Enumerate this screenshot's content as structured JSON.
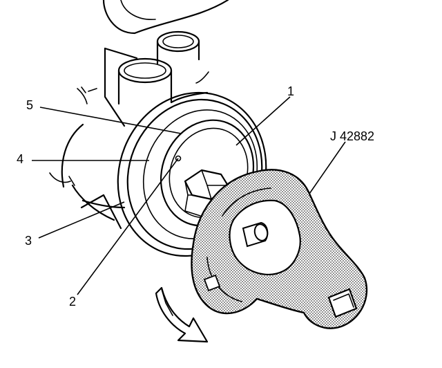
{
  "diagram": {
    "callouts": {
      "c1": "1",
      "c2": "2",
      "c3": "3",
      "c4": "4",
      "c5": "5",
      "tool": "J 42882"
    },
    "colors": {
      "ink": "#000000",
      "paper": "#ffffff",
      "tool_fill": "#d9d9d9"
    },
    "icons": {
      "rotation_arrow": "curved-arrow-icon"
    }
  }
}
